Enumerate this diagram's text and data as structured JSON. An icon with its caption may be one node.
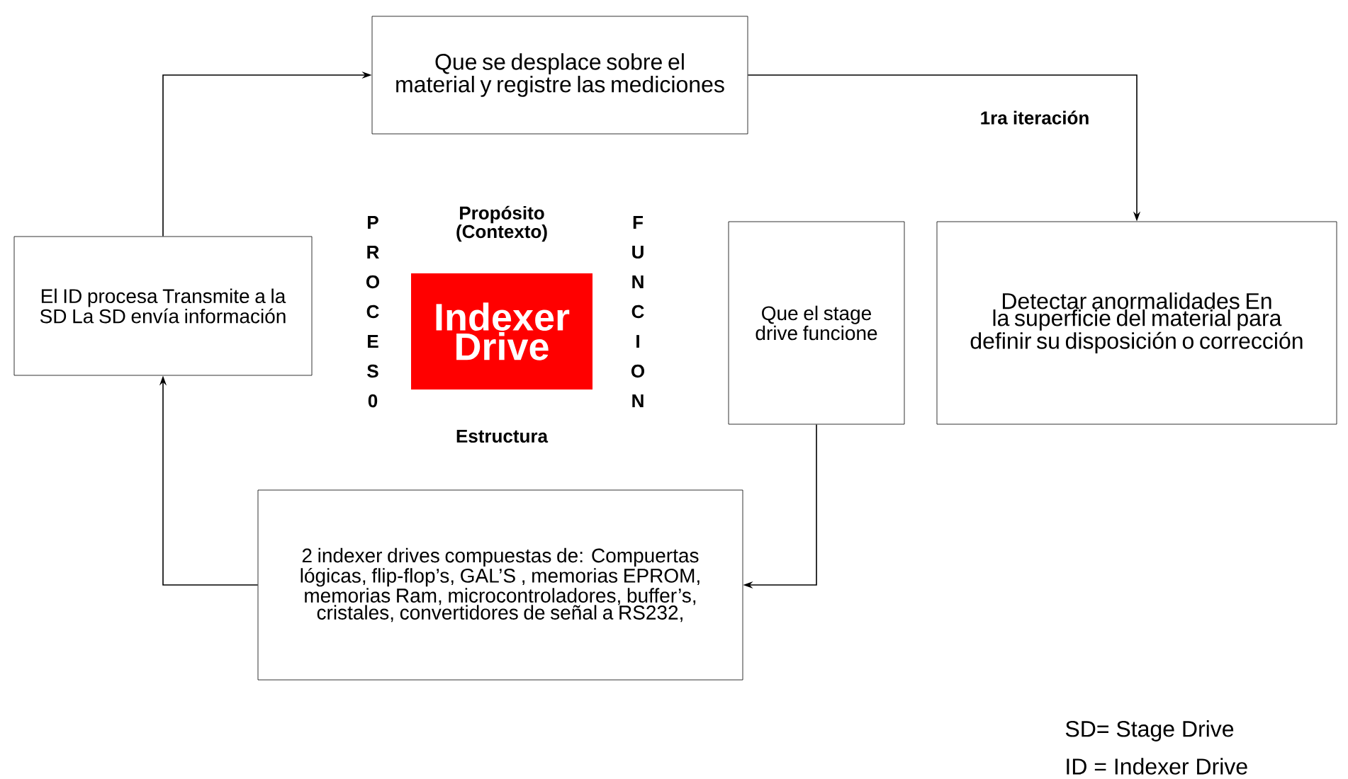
{
  "diagram": {
    "nodes": [
      {
        "text": [
          "Que se desplace sobre el material y registre las mediciones"
        ]
      },
      {
        "text": [
          "El ID procesa Transmite a la SD La SD envía información"
        ]
      },
      {
        "text": [
          "Indexer Drive"
        ]
      },
      {
        "text": [
          "Que el stage drive funcione"
        ]
      },
      {
        "text": [
          "Detectar anormalidades En la superficie del material para definir su disposición o corrección"
        ]
      },
      {
        "text": [
          "2 indexer drives compuestas de: Compuertas lógicas,  flip-flop’s, GAL’S , memorias EPROM,  memorias Ram, microcontroladores,  buffer’s, cristales, convertidores de  señal a  RS232,"
        ]
      }
    ],
    "edges": [
      {
        "from": 1,
        "to": 0,
        "arrow": "to"
      },
      {
        "from": 0,
        "to": 4,
        "arrow": "to",
        "label": "1ra iteración"
      },
      {
        "from": 3,
        "to": 5,
        "arrow": "to"
      },
      {
        "from": 5,
        "to": 1,
        "arrow": "to"
      }
    ],
    "labels": [
      "Propósito (Contexto)",
      "P",
      "R",
      "O",
      "C",
      "E",
      "S",
      "0",
      "F",
      "U",
      "N",
      "C",
      "I",
      "O",
      "N",
      "Estructura",
      "SD= Stage Drive",
      "ID = Indexer Drive"
    ]
  }
}
